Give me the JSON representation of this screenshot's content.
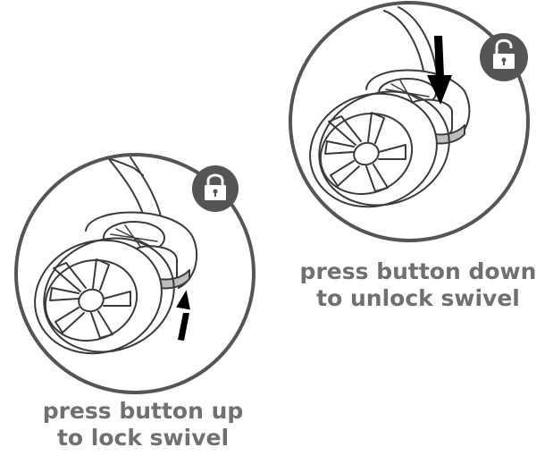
{
  "colors": {
    "outline": "#3a3a3a",
    "ring": "#555555",
    "badge": "#555555",
    "caption_text": "#707070",
    "button": "#bdbdbd"
  },
  "lock_panel": {
    "icon": "locked-padlock-icon",
    "arrow": "up-arrow-icon",
    "caption_lines": [
      "press button up",
      "to lock swivel"
    ]
  },
  "unlock_panel": {
    "icon": "unlocked-padlock-icon",
    "arrow": "down-arrow-icon",
    "caption_lines": [
      "press button down",
      "to unlock swivel"
    ]
  }
}
